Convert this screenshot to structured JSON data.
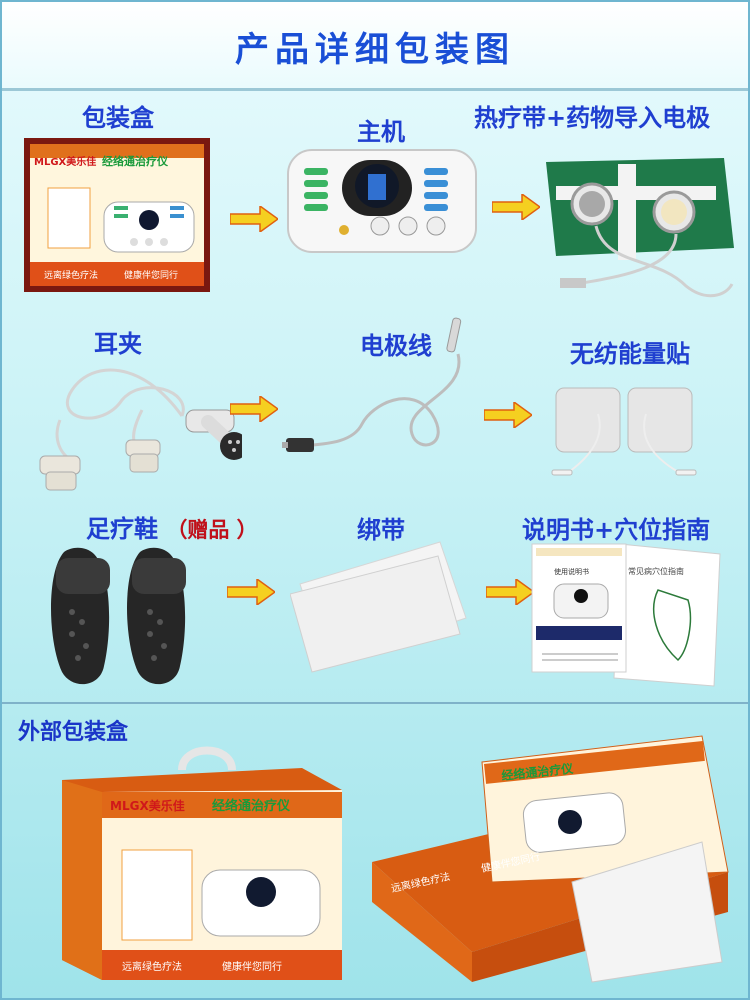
{
  "page_title": "产品详细包装图",
  "items": {
    "box_label": "包装盒",
    "host_label": "主机",
    "heat_label": "热疗带+药物导入电极",
    "ear_label": "耳夹",
    "lead_label": "电极线",
    "pad_label": "无纺能量贴",
    "shoe_label": "足疗鞋",
    "shoe_gift": "（赠品 ）",
    "strap_label": "绑带",
    "manual_label": "说明书+穴位指南"
  },
  "outer": {
    "label": "外部包装盒"
  },
  "box_print": {
    "brand": "MLGX美乐佳",
    "product": "经络通治疗仪",
    "slogan_left": "远离绿色疗法",
    "slogan_right": "健康伴您同行"
  },
  "manual_print": {
    "title": "常见病穴位指南",
    "book_title": "使用说明书"
  },
  "colors": {
    "title_blue": "#1a4fd6",
    "label_blue": "#1f3fd0",
    "gift_red": "#c0101a",
    "arrow": "#f5d020"
  }
}
